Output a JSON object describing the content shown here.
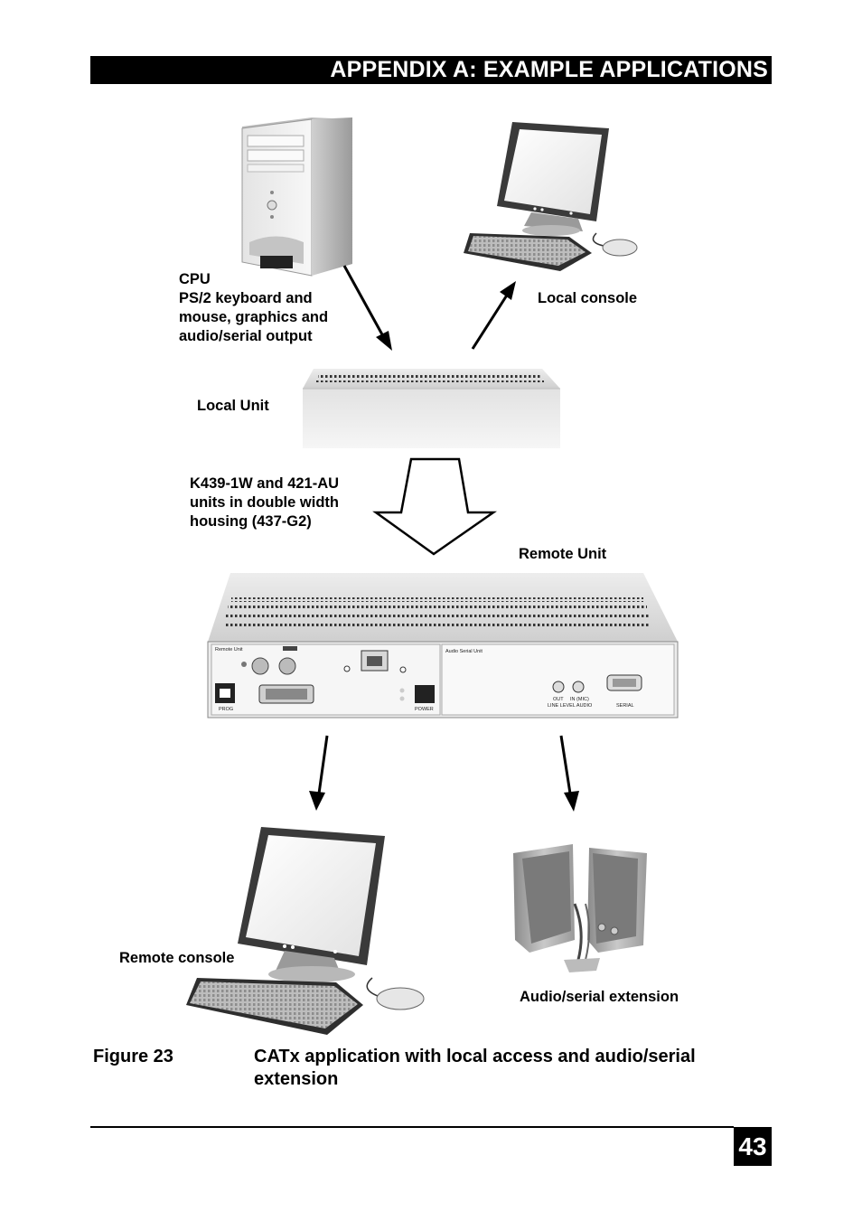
{
  "header": {
    "title": "APPENDIX A: EXAMPLE APPLICATIONS"
  },
  "diagram": {
    "cpu_label_lines": [
      "CPU",
      "PS/2 keyboard and",
      "mouse, graphics and",
      "audio/serial output"
    ],
    "local_console_label": "Local console",
    "local_unit_label": "Local Unit",
    "housing_label_lines": [
      "K439-1W and 421-AU",
      "units in double width",
      "housing (437-G2)"
    ],
    "remote_unit_label": "Remote Unit",
    "remote_console_label": "Remote console",
    "audio_serial_label": "Audio/serial extension",
    "panel": {
      "remote_unit_text": "Remote Unit",
      "audio_serial_unit_text": "Audio Serial Unit",
      "prog_text": "PROG",
      "power_text": "POWER",
      "out_text": "OUT",
      "in_mic_text": "IN (MIC)",
      "line_level_audio_text": "LINE LEVEL AUDIO",
      "serial_text": "SERIAL"
    }
  },
  "caption": {
    "figure": "Figure 23",
    "text": "CATx application with local access and audio/serial extension"
  },
  "footer": {
    "page_number": "43"
  }
}
